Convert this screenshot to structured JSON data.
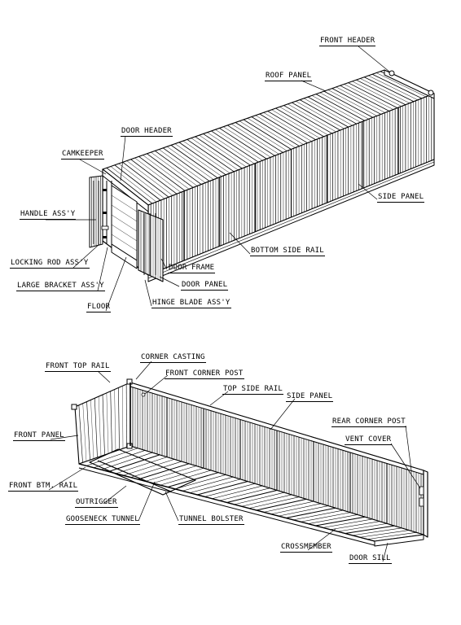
{
  "top_view": {
    "labels": {
      "front_header": "FRONT HEADER",
      "roof_panel": "ROOF PANEL",
      "door_header": "DOOR HEADER",
      "camkeeper": "CAMKEEPER",
      "side_panel": "SIDE PANEL",
      "handle_assy": "HANDLE ASS'Y",
      "bottom_side_rail": "BOTTOM SIDE RAIL",
      "locking_rod_assy": "LOCKING ROD ASS'Y",
      "door_frame": "DOOR FRAME",
      "large_bracket_assy": "LARGE BRACKET ASS'Y",
      "door_panel": "DOOR PANEL",
      "floor": "FLOOR",
      "hinge_blade_assy": "HINGE BLADE ASS'Y"
    }
  },
  "bottom_view": {
    "labels": {
      "corner_casting": "CORNER CASTING",
      "front_top_rail": "FRONT TOP RAIL",
      "front_corner_post": "FRONT CORNER POST",
      "top_side_rail": "TOP SIDE RAIL",
      "side_panel": "SIDE PANEL",
      "rear_corner_post": "REAR CORNER POST",
      "front_panel": "FRONT PANEL",
      "vent_cover": "VENT COVER",
      "front_btm_rail": "FRONT BTM. RAIL",
      "outrigger": "OUTRIGGER",
      "gooseneck_tunnel": "GOOSENECK TUNNEL",
      "tunnel_bolster": "TUNNEL BOLSTER",
      "crossmember": "CROSSMEMBER",
      "door_sill": "DOOR SILL"
    }
  },
  "colors": {
    "ink": "#000000",
    "paper": "#ffffff"
  }
}
